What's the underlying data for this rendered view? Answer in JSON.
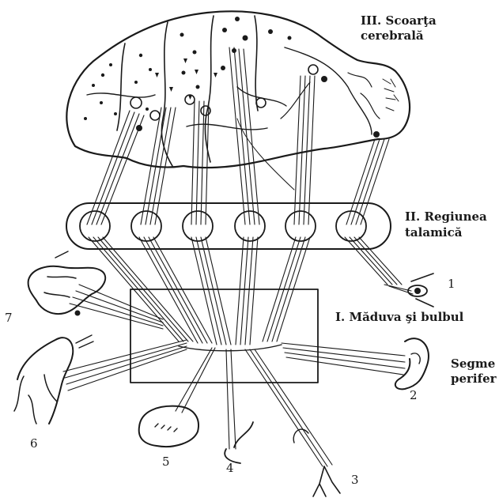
{
  "labels": {
    "cortex_line1": "III. Scoarţa",
    "cortex_line2": "cerebrală",
    "thalamic_line1": "II. Regiunea",
    "thalamic_line2": "talamică",
    "spinal": "I. Măduva şi bulbul",
    "peripheral_line1": "Segme",
    "peripheral_line2": "perifer"
  },
  "numbers": {
    "n1": "1",
    "n2": "2",
    "n3": "3",
    "n4": "4",
    "n5": "5",
    "n6": "6",
    "n7": "7"
  },
  "colors": {
    "ink": "#1a1a1a",
    "background": "#ffffff"
  }
}
